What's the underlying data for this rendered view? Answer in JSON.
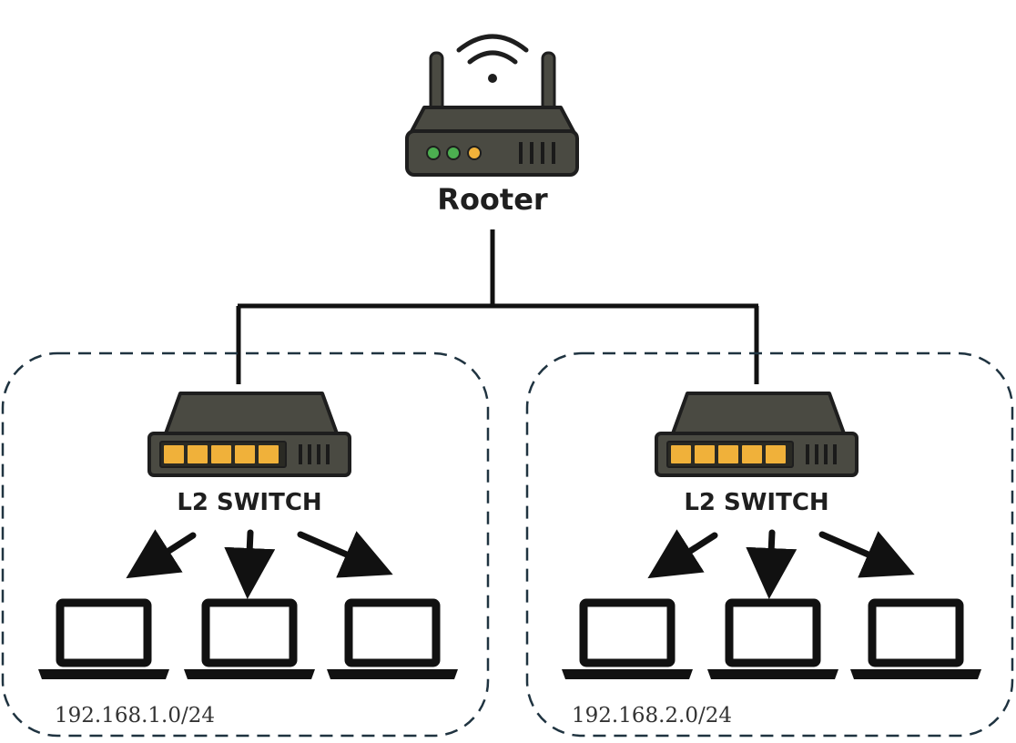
{
  "router": {
    "label": "Rooter",
    "icon": "wifi-router-icon",
    "led_colors": [
      "#4caf50",
      "#4caf50",
      "#f0b13a"
    ]
  },
  "subnets": [
    {
      "switch_label": "L2 SWITCH",
      "network": "192.168.1.0/24",
      "hosts": [
        "laptop",
        "laptop",
        "laptop"
      ]
    },
    {
      "switch_label": "L2 SWITCH",
      "network": "192.168.2.0/24",
      "hosts": [
        "laptop",
        "laptop",
        "laptop"
      ]
    }
  ],
  "colors": {
    "device_body": "#4a4a42",
    "device_outline": "#1e1e1e",
    "port": "#f0b13a",
    "boundary": "#1f3340",
    "line": "#111111"
  }
}
